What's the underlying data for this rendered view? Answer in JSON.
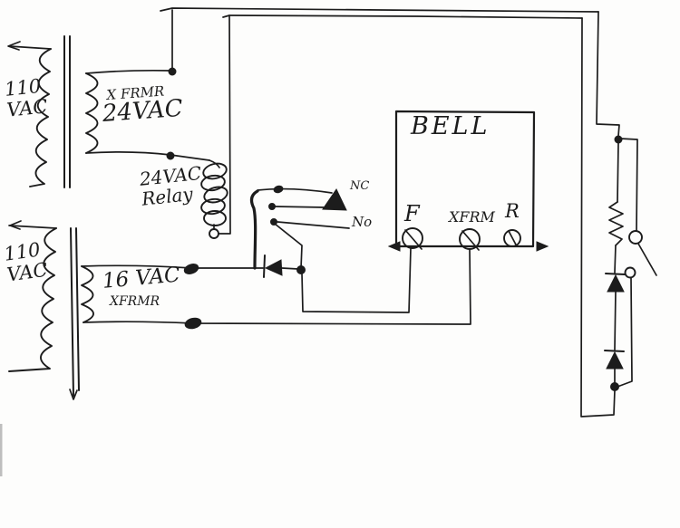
{
  "colors": {
    "ink": "#1c1c1c",
    "paper": "#fdfdfc"
  },
  "labels": {
    "primary1": "110\nVAC",
    "xfmr24_name": "X FRMR",
    "xfmr24_voltage": "24VAC",
    "relay": "24VAC\nRelay",
    "contact_nc": "NC",
    "contact_no": "No",
    "bell": "BELL",
    "bell_term_f": "F",
    "bell_term_xfrm": "XFRM",
    "bell_term_r": "R",
    "primary2": "110\nVAC",
    "xfmr16_voltage": "16 VAC",
    "xfmr16_name": "XFRMR"
  },
  "components": [
    "110 VAC primary winding (top transformer)",
    "24 VAC transformer secondary",
    "24 VAC relay coil",
    "relay SPDT contacts (NC / NO) with armature",
    "diode in series to bell feed",
    "bell unit with F, XFRM and R screw terminals",
    "110 VAC primary winding (bottom transformer)",
    "16 VAC transformer secondary",
    "series resistor and two diodes",
    "doorbell pushbutton switch (open lever)"
  ]
}
